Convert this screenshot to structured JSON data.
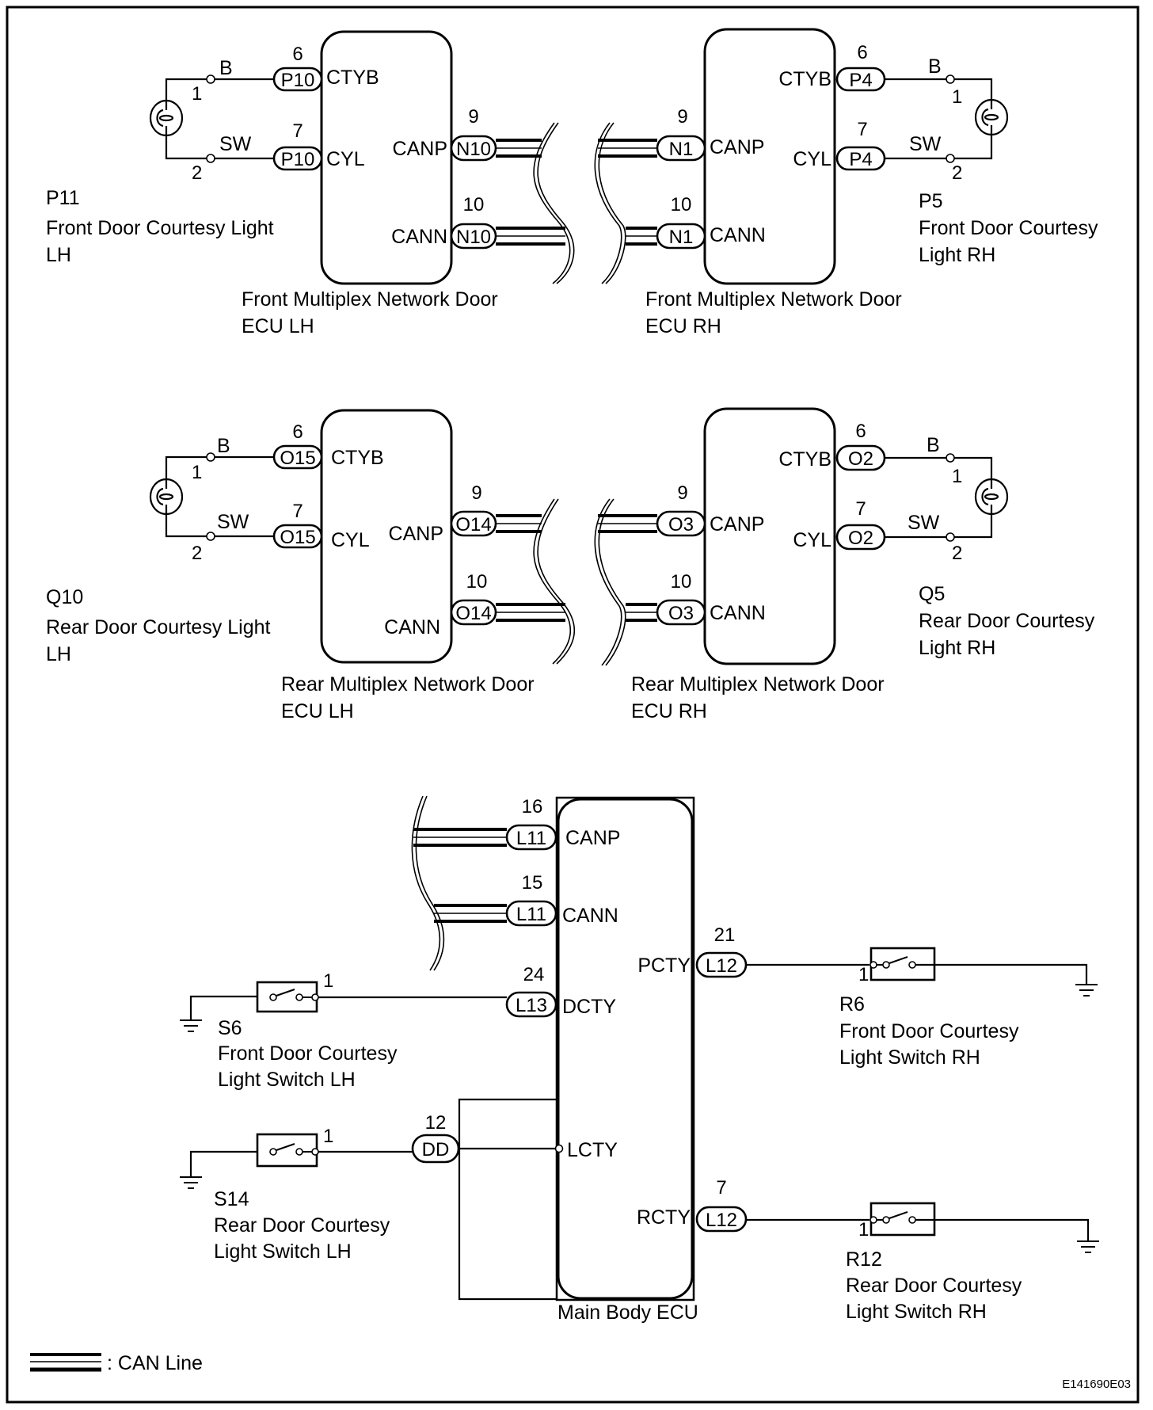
{
  "figure_code": "E141690E03",
  "legend": {
    "symbol": "double-line",
    "label": ": CAN Line"
  },
  "ecus": {
    "front_lh": {
      "name_line1": "Front Multiplex Network Door",
      "name_line2": "ECU LH",
      "terminals": {
        "ctyb": "CTYB",
        "cyl": "CYL",
        "canp": "CANP",
        "cann": "CANN"
      },
      "connectors": {
        "ctyb": {
          "id": "P10",
          "pin": "6"
        },
        "cyl": {
          "id": "P10",
          "pin": "7"
        },
        "canp": {
          "id": "N10",
          "pin": "9"
        },
        "cann": {
          "id": "N10",
          "pin": "10"
        }
      }
    },
    "front_rh": {
      "name_line1": "Front Multiplex Network Door",
      "name_line2": "ECU RH",
      "terminals": {
        "ctyb": "CTYB",
        "cyl": "CYL",
        "canp": "CANP",
        "cann": "CANN"
      },
      "connectors": {
        "ctyb": {
          "id": "P4",
          "pin": "6"
        },
        "cyl": {
          "id": "P4",
          "pin": "7"
        },
        "canp": {
          "id": "N1",
          "pin": "9"
        },
        "cann": {
          "id": "N1",
          "pin": "10"
        }
      }
    },
    "rear_lh": {
      "name_line1": "Rear Multiplex Network Door",
      "name_line2": "ECU LH",
      "terminals": {
        "ctyb": "CTYB",
        "cyl": "CYL",
        "canp": "CANP",
        "cann": "CANN"
      },
      "connectors": {
        "ctyb": {
          "id": "O15",
          "pin": "6"
        },
        "cyl": {
          "id": "O15",
          "pin": "7"
        },
        "canp": {
          "id": "O14",
          "pin": "9"
        },
        "cann": {
          "id": "O14",
          "pin": "10"
        }
      }
    },
    "rear_rh": {
      "name_line1": "Rear Multiplex Network Door",
      "name_line2": "ECU RH",
      "terminals": {
        "ctyb": "CTYB",
        "cyl": "CYL",
        "canp": "CANP",
        "cann": "CANN"
      },
      "connectors": {
        "ctyb": {
          "id": "O2",
          "pin": "6"
        },
        "cyl": {
          "id": "O2",
          "pin": "7"
        },
        "canp": {
          "id": "O3",
          "pin": "9"
        },
        "cann": {
          "id": "O3",
          "pin": "10"
        }
      }
    },
    "main_body": {
      "name": "Main Body ECU",
      "terminals": {
        "canp": "CANP",
        "cann": "CANN",
        "dcty": "DCTY",
        "pcty": "PCTY",
        "lcty": "LCTY",
        "rcty": "RCTY"
      },
      "connectors": {
        "canp": {
          "id": "L11",
          "pin": "16"
        },
        "cann": {
          "id": "L11",
          "pin": "15"
        },
        "dcty": {
          "id": "L13",
          "pin": "24"
        },
        "pcty": {
          "id": "L12",
          "pin": "21"
        },
        "lcty": {
          "id": "DD",
          "pin": "12"
        },
        "rcty": {
          "id": "L12",
          "pin": "7"
        }
      }
    }
  },
  "lights": {
    "p11": {
      "code": "P11",
      "name_line1": "Front Door Courtesy Light",
      "name_line2": "LH",
      "pin1": "1",
      "pin2": "2",
      "wire1": "B",
      "wire2": "SW"
    },
    "p5": {
      "code": "P5",
      "name_line1": "Front Door Courtesy",
      "name_line2": "Light RH",
      "pin1": "1",
      "pin2": "2",
      "wire1": "B",
      "wire2": "SW"
    },
    "q10": {
      "code": "Q10",
      "name_line1": "Rear Door Courtesy Light",
      "name_line2": "LH",
      "pin1": "1",
      "pin2": "2",
      "wire1": "B",
      "wire2": "SW"
    },
    "q5": {
      "code": "Q5",
      "name_line1": "Rear Door Courtesy",
      "name_line2": "Light RH",
      "pin1": "1",
      "pin2": "2",
      "wire1": "B",
      "wire2": "SW"
    }
  },
  "switches": {
    "s6": {
      "code": "S6",
      "name_line1": "Front Door Courtesy",
      "name_line2": "Light Switch LH",
      "pin": "1"
    },
    "s14": {
      "code": "S14",
      "name_line1": "Rear Door Courtesy",
      "name_line2": "Light Switch LH",
      "pin": "1"
    },
    "r6": {
      "code": "R6",
      "name_line1": "Front Door Courtesy",
      "name_line2": "Light Switch RH",
      "pin": "1"
    },
    "r12": {
      "code": "R12",
      "name_line1": "Rear Door Courtesy",
      "name_line2": "Light Switch RH",
      "pin": "1"
    }
  }
}
